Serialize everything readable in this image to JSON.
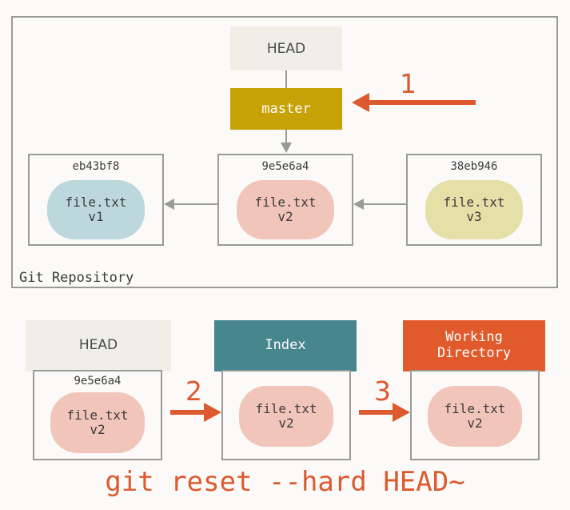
{
  "figure": {
    "title": "git reset --hard HEAD~ diagram",
    "background_color": "#fbfaf8",
    "border_color": "#9b9b96"
  },
  "repository": {
    "label": "Git Repository",
    "head_ref": {
      "label": "HEAD",
      "color": "#efeee7",
      "text_color": "#4a4a4a"
    },
    "branch_ref": {
      "label": "master",
      "color": "#c6a206",
      "text_color": "#ffffff"
    },
    "commits": [
      {
        "sha": "eb43bf8",
        "file": "file.txt",
        "version": "v1",
        "blob_color": "#bcd8dc"
      },
      {
        "sha": "9e5e6a4",
        "file": "file.txt",
        "version": "v2",
        "blob_color": "#f1c5ba"
      },
      {
        "sha": "38eb946",
        "file": "file.txt",
        "version": "v3",
        "blob_color": "#e5dfa8"
      }
    ]
  },
  "annotations": {
    "accent_color": "#dd5a2f",
    "step_1": "1",
    "step_2": "2",
    "step_3": "3"
  },
  "trees": [
    {
      "header": "HEAD",
      "header_line2": "",
      "header_color": "#efeee7",
      "header_text_color": "#4a4a4a",
      "sha": "9e5e6a4",
      "file": "file.txt",
      "version": "v2",
      "blob_color": "#f1c5ba"
    },
    {
      "header": "Index",
      "header_line2": "",
      "header_color": "#47858f",
      "header_text_color": "#ffffff",
      "sha": "",
      "file": "file.txt",
      "version": "v2",
      "blob_color": "#f1c5ba"
    },
    {
      "header": "Working",
      "header_line2": "Directory",
      "header_color": "#e05a2b",
      "header_text_color": "#ffffff",
      "sha": "",
      "file": "file.txt",
      "version": "v2",
      "blob_color": "#f1c5ba"
    }
  ],
  "command": {
    "text": "git reset --hard HEAD~",
    "color": "#dd5a2f"
  }
}
